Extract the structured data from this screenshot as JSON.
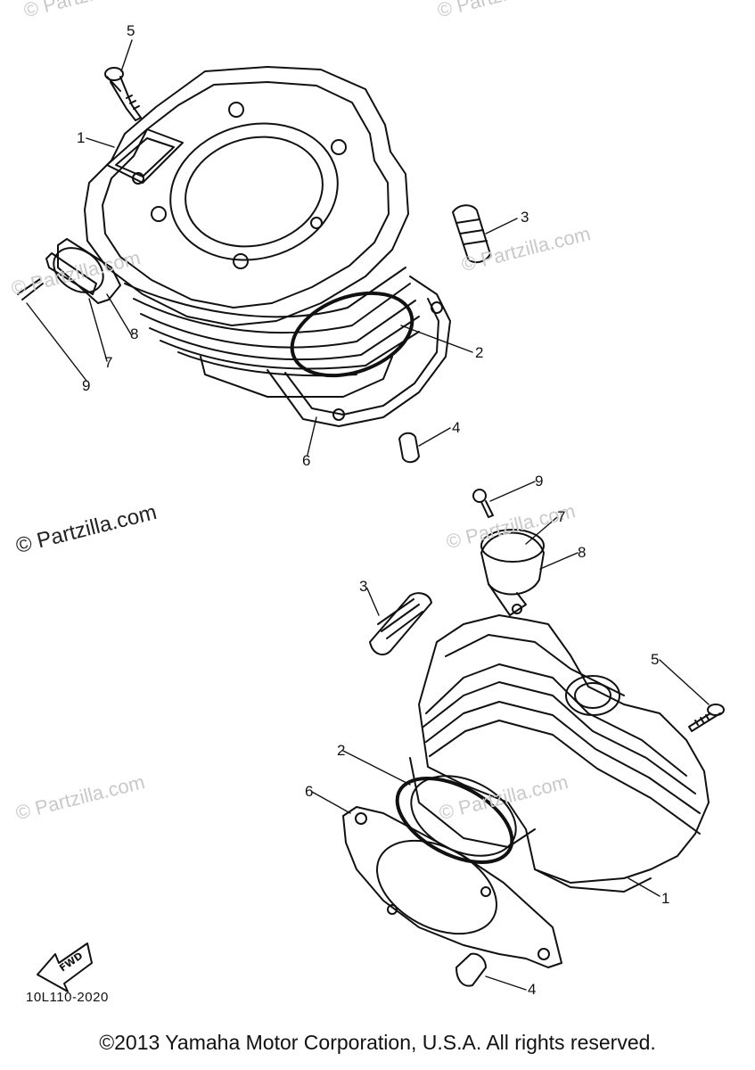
{
  "watermarks": {
    "text_light": "© Partzilla.com",
    "text_main": "© Partzilla.com"
  },
  "callouts": {
    "upper": {
      "c1": "1",
      "c2": "2",
      "c3": "3",
      "c4": "4",
      "c5": "5",
      "c6": "6",
      "c7": "7",
      "c8": "8",
      "c9": "9"
    },
    "lower": {
      "c1": "1",
      "c2": "2",
      "c3": "3",
      "c4": "4",
      "c5": "5",
      "c6": "6",
      "c7": "7",
      "c8": "8",
      "c9": "9"
    }
  },
  "fwd_label": "FWD",
  "drawing_code": "10L110-2020",
  "copyright": "©2013 Yamaha Motor Corporation, U.S.A. All rights reserved."
}
